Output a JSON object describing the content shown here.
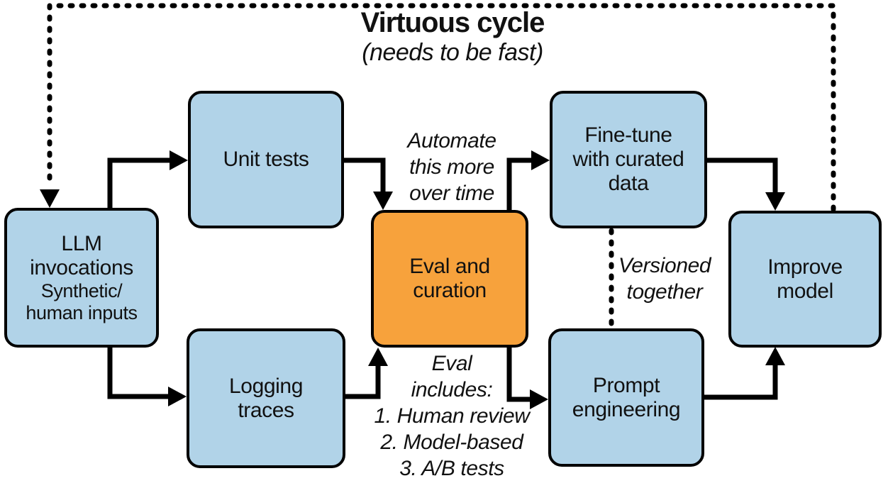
{
  "diagram": {
    "title": "Virtuous cycle",
    "subtitle": "(needs to be fast)",
    "nodes": {
      "llm": {
        "lines": [
          "LLM",
          "invocations"
        ],
        "sublines": [
          "Synthetic/",
          "human inputs"
        ]
      },
      "unit_tests": {
        "lines": [
          "Unit tests"
        ]
      },
      "logging_traces": {
        "lines": [
          "Logging",
          "traces"
        ]
      },
      "eval_curation": {
        "lines": [
          "Eval and",
          "curation"
        ]
      },
      "fine_tune": {
        "lines": [
          "Fine-tune",
          "with curated",
          "data"
        ]
      },
      "prompt_engineering": {
        "lines": [
          "Prompt",
          "engineering"
        ]
      },
      "improve_model": {
        "lines": [
          "Improve",
          "model"
        ]
      }
    },
    "annotations": {
      "automate": [
        "Automate",
        "this more",
        "over time"
      ],
      "eval_includes": [
        "Eval",
        "includes:",
        "1. Human review",
        "2. Model-based",
        "3. A/B tests"
      ],
      "versioned": [
        "Versioned",
        "together"
      ]
    },
    "colors": {
      "node_blue": "#B1D3E8",
      "node_orange": "#F7A23C",
      "stroke": "#000000",
      "background": "#FFFFFF"
    }
  }
}
